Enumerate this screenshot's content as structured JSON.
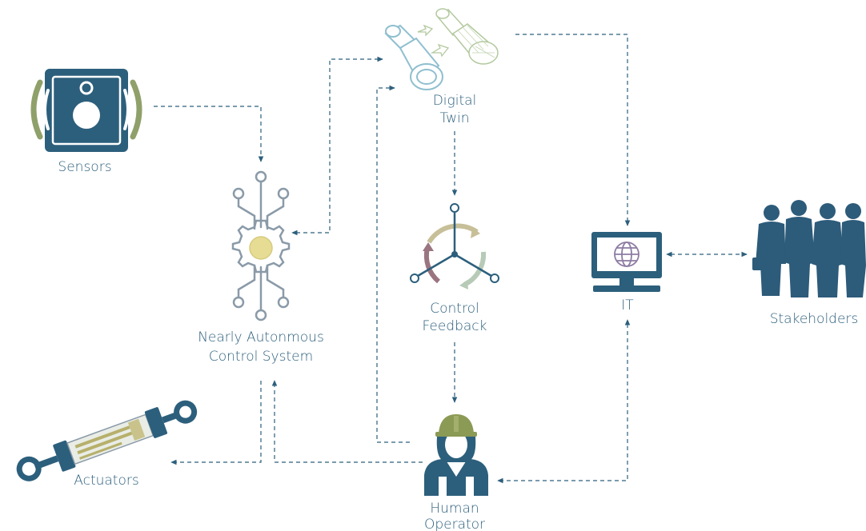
{
  "colors": {
    "navy": "#2c5f7c",
    "text": "#2c5f7c",
    "arrow": "#2c5f7c",
    "green": "#8fa06a",
    "sensor_yellow": "#e7dc94",
    "helmet_olive": "#8b9a55",
    "cycle_tan": "#c7bf98",
    "cycle_sage": "#b7cab7",
    "cycle_mauve": "#9a7580",
    "globe_purple": "#8d7ba3",
    "twin_teal": "#8fbfcf",
    "twin_green": "#b3c9a0",
    "stakeholders": "#2d5b7a"
  },
  "nodes": {
    "sensors": {
      "label": "Sensors",
      "icon": "sensor-icon"
    },
    "control_system": {
      "label_line1": "Nearly Autonmous",
      "label_line2": "Control System",
      "icon": "circuit-gear-icon"
    },
    "digital_twin": {
      "label_line1": "Digital",
      "label_line2": "Twin",
      "icon": "cylinder-twin-icon"
    },
    "control_feedback": {
      "label_line1": "Control",
      "label_line2": "Feedback",
      "icon": "feedback-cycle-icon"
    },
    "it": {
      "label": "IT",
      "icon": "monitor-globe-icon"
    },
    "stakeholders": {
      "label": "Stakeholders",
      "icon": "people-group-icon"
    },
    "actuators": {
      "label": "Actuators",
      "icon": "hydraulic-cylinder-icon"
    },
    "human_operator": {
      "label_line1": "Human",
      "label_line2": "Operator",
      "icon": "worker-helmet-icon"
    }
  }
}
